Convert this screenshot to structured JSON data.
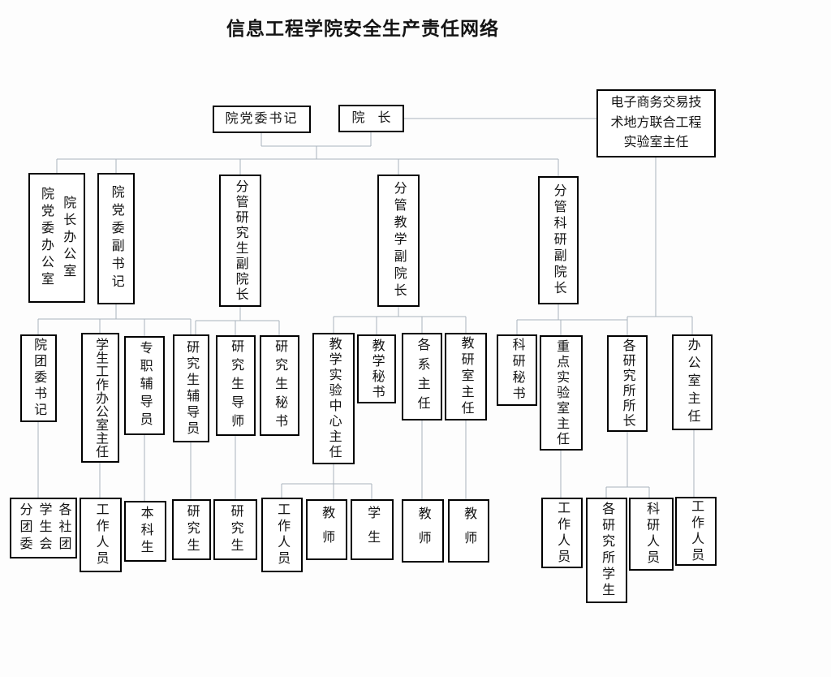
{
  "title": "信息工程学院安全生产责任网络",
  "colors": {
    "box_border": "#000000",
    "connector_line": "#a9b4bd",
    "background": "#fdfdfd",
    "text": "#141414"
  },
  "nodes": {
    "partySecretary": {
      "label": "院党委书记"
    },
    "dean": {
      "label": "院　长"
    },
    "ecomLab": {
      "label": "电子商务交易技\n术地方联合工程\n实验室主任"
    },
    "deanOffice": {
      "label": "院长办公室\n院党委办公室"
    },
    "deputyPartySecretary": {
      "label": "院党委副书记"
    },
    "vdGrad": {
      "label": "分管研究生副院长"
    },
    "vdTeaching": {
      "label": "分管教学副院长"
    },
    "vdResearch": {
      "label": "分管科研副院长"
    },
    "youthLeague": {
      "label": "院团委书记"
    },
    "studentAffairs": {
      "label": "学生工作办公室主任"
    },
    "fullTimeCounselor": {
      "label": "专职辅导员"
    },
    "gradCounselor": {
      "label": "研究生辅导员"
    },
    "gradSupervisor": {
      "label": "研究生导师"
    },
    "gradSecretary": {
      "label": "研究生秘书"
    },
    "teachingLabDirector": {
      "label": "教学实验中心主任"
    },
    "teachingSecretary": {
      "label": "教学秘书"
    },
    "deptHeads": {
      "label": "各系主任"
    },
    "teachingOfficeHeads": {
      "label": "教研室主任"
    },
    "researchSecretary": {
      "label": "科研秘书"
    },
    "keyLabDirector": {
      "label": "重点实验室主任"
    },
    "instituteHeads": {
      "label": "各研究所所长"
    },
    "officeDirector": {
      "label": "办公室主任"
    },
    "groups": {
      "label": "各社团\n学生会\n分团委"
    },
    "staff1": {
      "label": "工作人员"
    },
    "undergrads": {
      "label": "本科生"
    },
    "grads1": {
      "label": "研究生"
    },
    "grads2": {
      "label": "研究生"
    },
    "staff2": {
      "label": "工作人员"
    },
    "teachers1": {
      "label": "教师"
    },
    "students1": {
      "label": "学生"
    },
    "teachers2": {
      "label": "教师"
    },
    "teachers3": {
      "label": "教师"
    },
    "staff3": {
      "label": "工作人员"
    },
    "instituteStudents": {
      "label": "各研究所学生"
    },
    "researchStaff": {
      "label": "科研人员"
    },
    "staff4": {
      "label": "工作人员"
    }
  },
  "edges": [
    {
      "from": "partySecretary,dean",
      "to": "deanOffice,deputyPartySecretary,vdGrad,vdTeaching,vdResearch"
    },
    {
      "from": "dean",
      "to": "ecomLab"
    },
    {
      "from": "ecomLab",
      "to": "instituteHeads,officeDirector"
    },
    {
      "from": "deputyPartySecretary",
      "to": "youthLeague,studentAffairs,fullTimeCounselor,gradCounselor"
    },
    {
      "from": "vdGrad",
      "to": "gradCounselor,gradSupervisor,gradSecretary"
    },
    {
      "from": "vdTeaching",
      "to": "teachingLabDirector,teachingSecretary,deptHeads,teachingOfficeHeads"
    },
    {
      "from": "vdResearch",
      "to": "researchSecretary,keyLabDirector,instituteHeads"
    },
    {
      "from": "youthLeague",
      "to": "groups"
    },
    {
      "from": "studentAffairs",
      "to": "staff1"
    },
    {
      "from": "fullTimeCounselor",
      "to": "undergrads"
    },
    {
      "from": "gradCounselor",
      "to": "grads1"
    },
    {
      "from": "gradSupervisor",
      "to": "grads2"
    },
    {
      "from": "teachingLabDirector",
      "to": "staff2,teachers1,students1"
    },
    {
      "from": "deptHeads",
      "to": "teachers2"
    },
    {
      "from": "teachingOfficeHeads",
      "to": "teachers3"
    },
    {
      "from": "keyLabDirector",
      "to": "staff3"
    },
    {
      "from": "instituteHeads",
      "to": "instituteStudents,researchStaff"
    },
    {
      "from": "officeDirector",
      "to": "staff4"
    }
  ]
}
